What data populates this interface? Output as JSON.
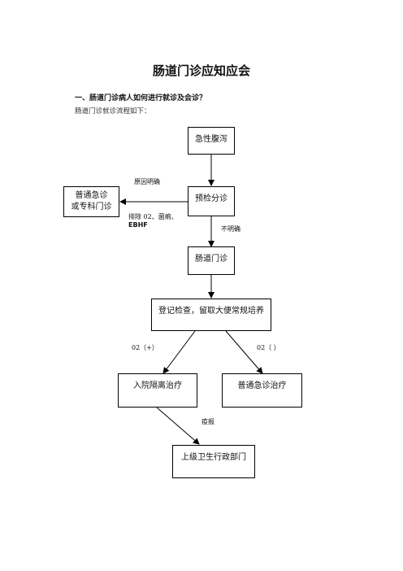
{
  "title": "肠道门诊应知应会",
  "section_heading": "一、肠道门诊病人如何进行就诊及会诊？",
  "intro_text": "肠道门诊就诊流程如下：",
  "flowchart": {
    "box_acute": "急性腹泻",
    "box_general_line1": "普通急诊",
    "box_general_line2": "或专科门诊",
    "box_triage": "预检分诊",
    "box_intestinal": "肠道门诊",
    "box_register": "登记检查，留取大便常规培养",
    "box_isolation": "入院隔离治疗",
    "box_er_treatment": "普通急诊治疗",
    "box_health_dept": "上级卫生行政部门",
    "label_cause_clear": "原因明确",
    "label_exclude_line1": "排除 02、菌痢、",
    "label_exclude_line2": "EBHF",
    "label_unclear": "不明确",
    "label_positive": "02（+）",
    "label_negative": "02（ ）",
    "label_report": "疫报"
  }
}
